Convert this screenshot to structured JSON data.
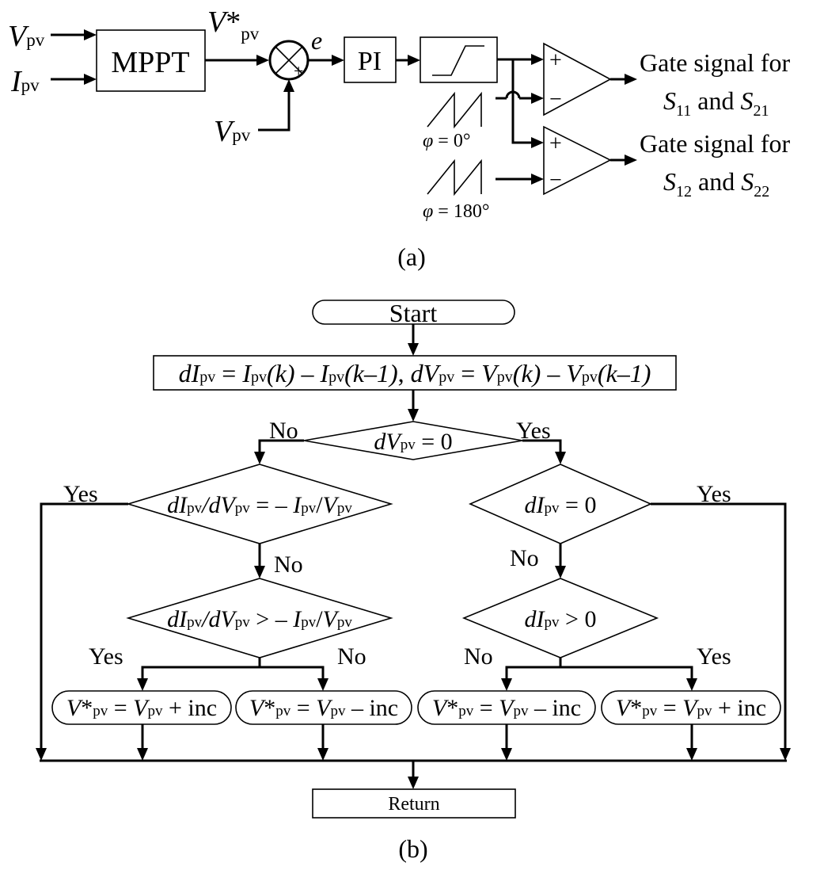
{
  "panel_a": {
    "inputs": {
      "v": "V",
      "i": "I",
      "pv_sub": "pv"
    },
    "mppt_label": "MPPT",
    "vref": {
      "v": "V",
      "star": "*",
      "sub": "pv"
    },
    "error_label": "e",
    "sum_plus": "+",
    "vfb": {
      "v": "V",
      "sub": "pv"
    },
    "pi_label": "PI",
    "comp_plus": "+",
    "comp_minus": "−",
    "carrier1": {
      "phi": "φ",
      "eq": " = 0°"
    },
    "carrier2": {
      "phi": "φ",
      "eq": " = 180°"
    },
    "gate1": {
      "line1": "Gate signal for",
      "s": "S",
      "sub_a": "11",
      "and": " and ",
      "sub_b": "21"
    },
    "gate2": {
      "line1": "Gate signal for",
      "s": "S",
      "sub_a": "12",
      "and": " and ",
      "sub_b": "22"
    },
    "caption": "(a)"
  },
  "panel_b": {
    "start": "Start",
    "calc": {
      "d": "d",
      "I": "I",
      "V": "V",
      "pv": "pv",
      "eq": " = ",
      "k": "(k)",
      "minus": " – ",
      "k1": "(k–1)",
      "sep": ",  "
    },
    "dec_dv": {
      "d": "d",
      "V": "V",
      "pv": "pv",
      "rest": " = 0"
    },
    "dec_eq": {
      "d": "d",
      "I": "I",
      "V": "V",
      "pv": "pv",
      "slash": "/",
      "op": " = – "
    },
    "dec_gt": {
      "d": "d",
      "I": "I",
      "V": "V",
      "pv": "pv",
      "slash": "/",
      "op": " > – "
    },
    "dec_di0": {
      "d": "d",
      "I": "I",
      "pv": "pv",
      "rest": " = 0"
    },
    "dec_digt": {
      "d": "d",
      "I": "I",
      "pv": "pv",
      "rest": " > 0"
    },
    "yes": "Yes",
    "no": "No",
    "act": {
      "v": "V",
      "star": "*",
      "pv": "pv",
      "eq": " = ",
      "plus": " + inc",
      "minus": " – inc"
    },
    "return": "Return",
    "caption": "(b)"
  }
}
